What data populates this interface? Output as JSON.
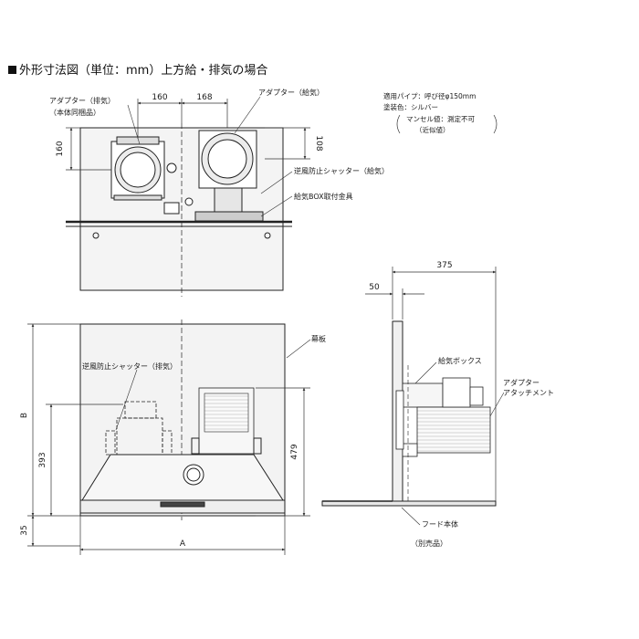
{
  "title": "外形寸法図（単位：mm）上方給・排気の場合",
  "specs": {
    "pipe": "適用パイプ：呼び径φ150mm",
    "color": "塗装色：シルバー",
    "munsell": "マンセル値：測定不可",
    "approx": "（近似値）"
  },
  "labels": {
    "adapter_exhaust": "アダプター（排気）",
    "included": "（本体同梱品）",
    "adapter_supply": "アダプター（給気）",
    "shutter_supply": "逆風防止シャッター（給気）",
    "box_bracket": "給気BOX取付金具",
    "curtain_board": "幕板",
    "shutter_exhaust": "逆風防止シャッター（排気）",
    "supply_box": "給気ボックス",
    "adapter_attach_1": "アダプター",
    "adapter_attach_2": "アタッチメント",
    "hood_body": "フード本体",
    "sold_separately": "（別売品）"
  },
  "dimensions": {
    "d160a": "160",
    "d168": "168",
    "d160b": "160",
    "d108": "108",
    "dB": "B",
    "d393": "393",
    "d35": "35",
    "d479": "479",
    "dA": "A",
    "d375": "375",
    "d50": "50"
  },
  "colors": {
    "panel_fill": "#f2f2f2",
    "line": "#222222",
    "dim_line": "#333333"
  }
}
